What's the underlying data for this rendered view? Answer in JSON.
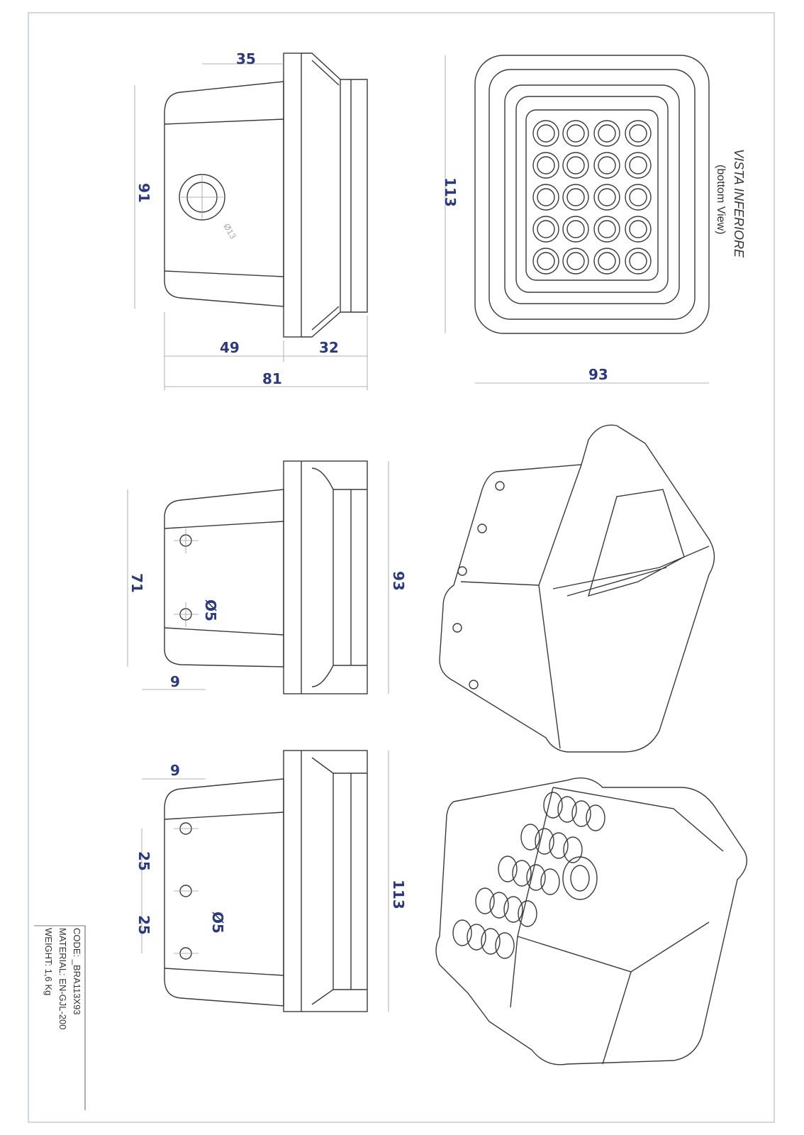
{
  "views": {
    "bottom_view": {
      "title": "VISTA INFERIORE",
      "subtitle": "(bottom View)"
    }
  },
  "dimensions": {
    "side_view": {
      "top_offset": "35",
      "height": "91",
      "hole_diameter": "Ø13",
      "body_length": "49",
      "flange_length": "32",
      "total_length": "81"
    },
    "bottom_view": {
      "length": "113",
      "width": "93"
    },
    "front_view": {
      "height": "71",
      "hole_diameter": "Ø5",
      "hole_offset": "9",
      "flange_width": "93"
    },
    "long_view": {
      "hole_offset": "9",
      "hole_pitch_1": "25",
      "hole_pitch_2": "25",
      "hole_diameter": "Ø5",
      "flange_length": "113"
    }
  },
  "title_block": {
    "code": "CODE:   _BRA113X93",
    "material": "MATERIAL: EN-GJL-200",
    "weight": "WEIGHT: 1,6 Kg"
  }
}
